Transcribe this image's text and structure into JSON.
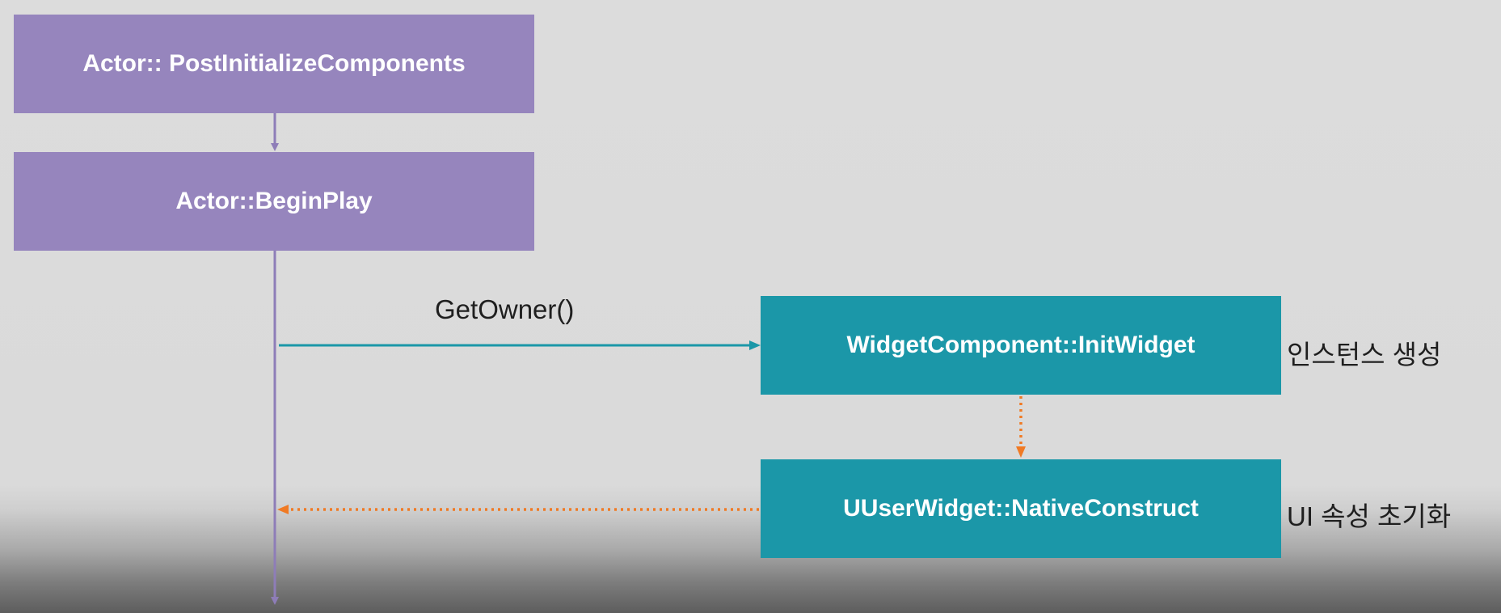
{
  "diagram": {
    "nodes": {
      "post_initialize": "Actor:: PostInitializeComponents",
      "begin_play": "Actor::BeginPlay",
      "init_widget": "WidgetComponent::InitWidget",
      "native_construct": "UUserWidget::NativeConstruct"
    },
    "edge_labels": {
      "get_owner": "GetOwner()"
    },
    "notes": {
      "init_widget": "인스턴스 생성",
      "native_construct": "UI 속성 초기화"
    },
    "colors": {
      "actor_box": "#9685bd",
      "widget_box": "#1b97a8",
      "timeline": "#8e7db8",
      "call_arrow": "#1b97a8",
      "return_arrow": "#f07a24"
    }
  }
}
